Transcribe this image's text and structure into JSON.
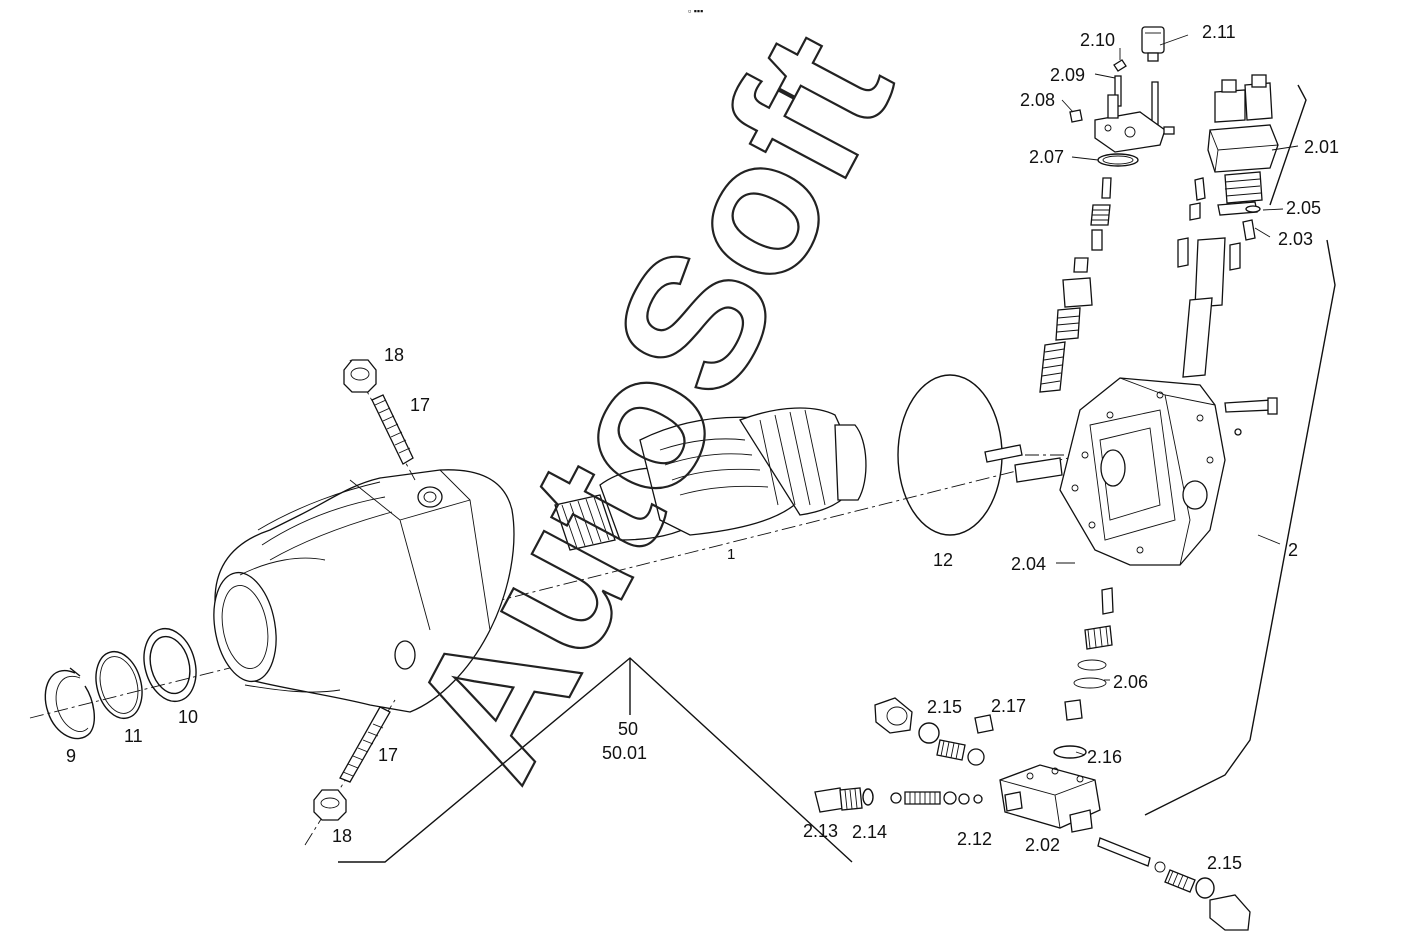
{
  "watermark": "AutoSoft",
  "top_glyph": "▫ ▪▪▪",
  "labels": {
    "p9": "9",
    "p11": "11",
    "p10": "10",
    "p18a": "18",
    "p17a": "17",
    "p17b": "17",
    "p18b": "18",
    "p1": "1",
    "p12": "12",
    "p50": "50",
    "p5001": "50.01",
    "p2": "2",
    "p201": "2.01",
    "p202": "2.02",
    "p203": "2.03",
    "p204": "2.04",
    "p205": "2.05",
    "p206": "2.06",
    "p207": "2.07",
    "p208": "2.08",
    "p209": "2.09",
    "p210": "2.10",
    "p211": "2.11",
    "p212": "2.12",
    "p213": "2.13",
    "p214": "2.14",
    "p215a": "2.15",
    "p215b": "2.15",
    "p216": "2.16",
    "p217": "2.17"
  }
}
